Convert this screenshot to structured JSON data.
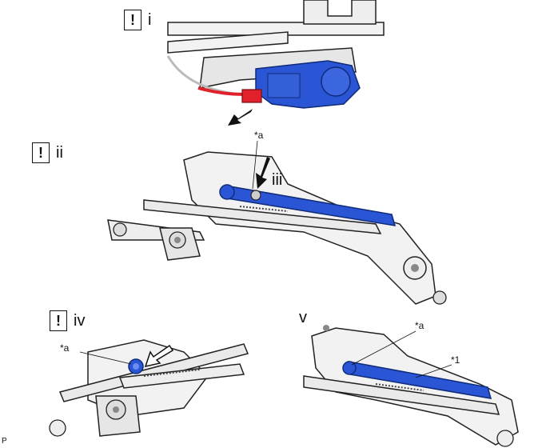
{
  "steps": {
    "i": {
      "mark": "!",
      "label": "i"
    },
    "ii": {
      "mark": "!",
      "label": "ii"
    },
    "iii": {
      "label": "iii"
    },
    "iv": {
      "mark": "!",
      "label": "iv"
    },
    "v": {
      "label": "v"
    }
  },
  "callouts": {
    "a_ii": "*a",
    "a_iv": "*a",
    "a_v": "*a",
    "one_v": "*1"
  },
  "footer": {
    "code": "P"
  },
  "colors": {
    "part_blue": "#2a55d4",
    "part_red": "#e0202a",
    "metal_light": "#f2f2f2",
    "metal_mid": "#d9d9d9",
    "outline": "#222222"
  }
}
